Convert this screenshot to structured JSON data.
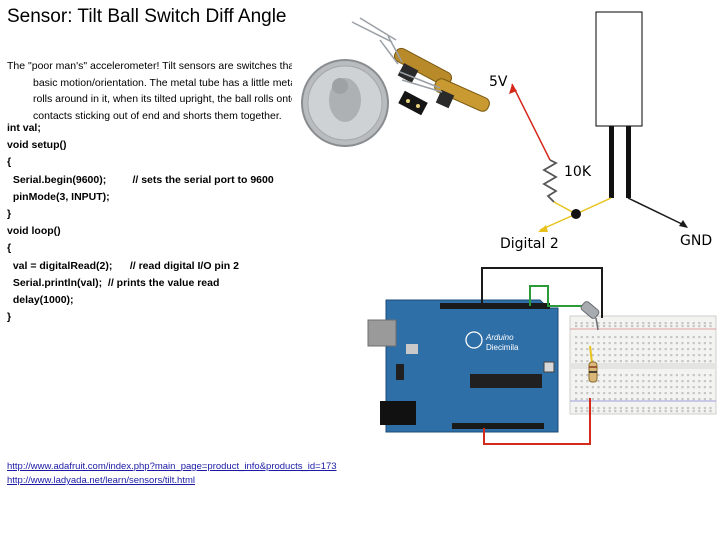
{
  "slide": {
    "title": "Sensor: Tilt Ball Switch Diff Angle",
    "description": [
      "The \"poor man's\" accelerometer! Tilt sensors are switches that can detect",
      "basic motion/orientation. The metal tube has a little metal ball that",
      "rolls around in it, when its tilted upright, the ball rolls onto the",
      "contacts sticking out of end and shorts them together."
    ],
    "code": [
      "int val;",
      "void setup()",
      "{",
      "  Serial.begin(9600);         // sets the serial port to 9600",
      "  pinMode(3, INPUT);",
      "}",
      "void loop()",
      "{",
      "  val = digitalRead(2);      // read digital I/O pin 2",
      "  Serial.println(val);  // prints the value read",
      "  delay(1000);",
      "}"
    ],
    "links": [
      "http://www.adafruit.com/index.php?main_page=product_info&products_id=173",
      "http://www.ladyada.net/learn/sensors/tilt.html"
    ]
  },
  "schematic": {
    "label_5v": "5V",
    "label_resistor": "10K",
    "label_digital": "Digital 2",
    "label_gnd": "GND"
  },
  "board": {
    "brand": "Arduino",
    "model": "Diecimila"
  },
  "colors": {
    "wire_red": "#d42a1c",
    "wire_yellow": "#e8c21a",
    "wire_black": "#1a1a1a",
    "wire_green": "#2a9a3a",
    "board_blue": "#2f6fa8",
    "link": "#1a1aa6"
  }
}
